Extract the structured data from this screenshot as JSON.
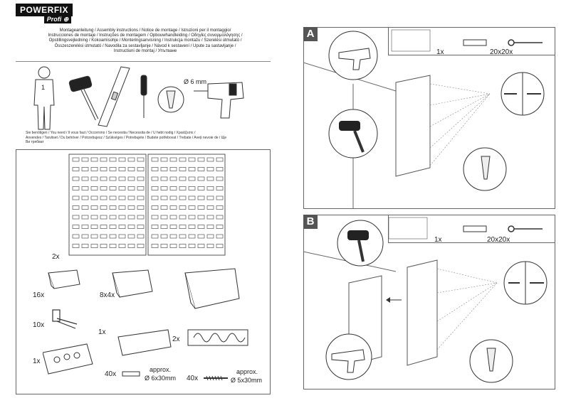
{
  "brand": {
    "name": "POWERFIX",
    "sub": "Profi"
  },
  "left": {
    "titles": [
      "Montageanleitung / Assembly instructions / Notice de montage / Istruzioni per il montaggio/",
      "Instrucciones de montaje / Instruções de montagem / Opbouwhandleiding / Οδηγίες συναρμολόγησης /",
      "Opstillingsvejledning / Kokoamisohje / Monteringsanvisning / Instrukcja montażu / Szerelési útmutató /",
      "Összeszerelési útmutató / Navodila za sestavljanje / Návod k sestavení / Upute za sastavljanje /",
      "Instructiuni de montaj / Упътване"
    ],
    "person_count": "1",
    "drill_size": "Ø 6 mm",
    "tools_note": [
      "Sie benötigen / You need / Il vous faut / Occorrono / Se necesita / Necessita de / U hebt nodig / Χρειάζεστε /",
      "Anvendes / Tarvitset / Du behöver / Potrzebujesz / Szükséges / Potrebujete / Budete potřebovat / Trebate / Aveți nevoie de / Ще",
      "Ви трябват"
    ],
    "parts": {
      "panel_qty": "2x",
      "small_bin_qty": "16x",
      "medium_bin_qty": "8x4x",
      "hook_qty": "10x",
      "tool_holder_qty": "1x",
      "spiral_qty": "2x",
      "holder_plate_qty": "1x",
      "dowel_qty": "40x",
      "dowel_size_prefix": "approx.",
      "dowel_size": "Ø 6x30mm",
      "screw_qty": "40x",
      "screw_size_prefix": "approx.",
      "screw_size": "Ø 5x30mm"
    }
  },
  "right": {
    "section_a": {
      "label": "A",
      "one": "1x",
      "twenty": "20x20x"
    },
    "section_b": {
      "label": "B",
      "one": "1x",
      "twenty": "20x20x"
    }
  }
}
